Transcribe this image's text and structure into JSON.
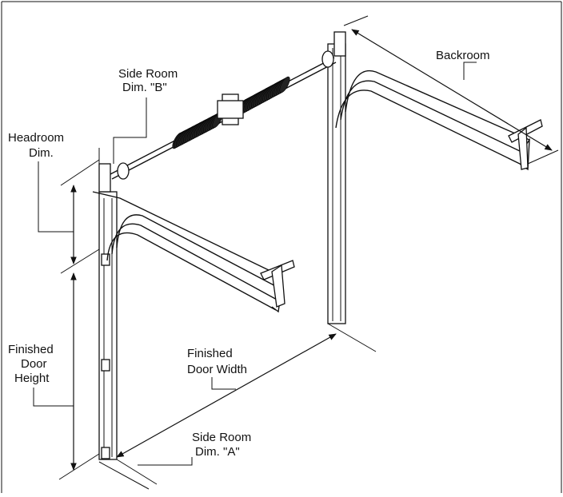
{
  "diagram": {
    "labels": {
      "backroom": "Backroom",
      "side_room_b_line1": "Side Room",
      "side_room_b_line2": "Dim. \"B\"",
      "headroom_line1": "Headroom",
      "headroom_line2": "Dim.",
      "finished_width_line1": "Finished",
      "finished_width_line2": "Door Width",
      "finished_height_line1": "Finished",
      "finished_height_line2": "Door",
      "finished_height_line3": "Height",
      "side_room_a_line1": "Side Room",
      "side_room_a_line2": "Dim. \"A\""
    }
  }
}
